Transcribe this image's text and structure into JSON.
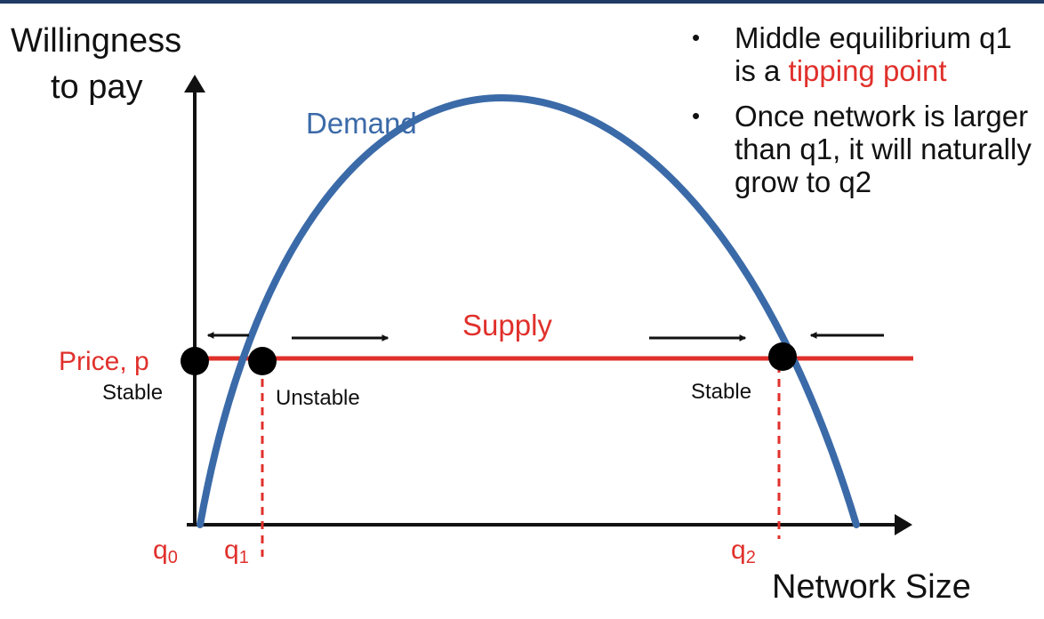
{
  "y_axis_label_line1": "Willingness",
  "y_axis_label_line2": "to pay",
  "x_axis_label": "Network Size",
  "price_label": "Price, p",
  "demand_label": "Demand",
  "supply_label": "Supply",
  "equilibria": [
    {
      "name": "q",
      "sub": "0",
      "status": "Stable"
    },
    {
      "name": "q",
      "sub": "1",
      "status": "Unstable"
    },
    {
      "name": "q",
      "sub": "2",
      "status": "Stable"
    }
  ],
  "bullets": [
    {
      "text": "Middle equilibrium q1 is a ",
      "highlight": "tipping point"
    },
    {
      "text": "Once network is larger than q1, it will naturally grow to q2",
      "highlight": ""
    }
  ],
  "bullet_marker": "•",
  "colors": {
    "demand": "#3b6aa8",
    "supply": "#e0302b",
    "axis": "#111111",
    "label_red": "#e0302b",
    "top_bar": "#1f3b63"
  }
}
